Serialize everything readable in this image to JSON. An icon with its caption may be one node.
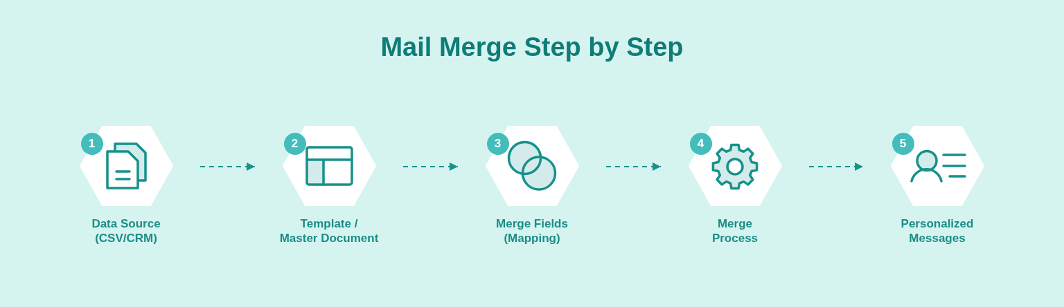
{
  "diagram": {
    "title": "Mail Merge Step by Step",
    "nodes": [
      {
        "text": [
          "1",
          "Data Source (CSV/CRM)"
        ]
      },
      {
        "text": [
          "2",
          "Template / Master Document"
        ]
      },
      {
        "text": [
          "3",
          "Merge Fields (Mapping)"
        ]
      },
      {
        "text": [
          "4",
          "Merge Process"
        ]
      },
      {
        "text": [
          "5",
          "Personalized Messages"
        ]
      }
    ],
    "edges": [
      {
        "from": 0,
        "to": 1,
        "arrow": "to",
        "style": "dashed"
      },
      {
        "from": 1,
        "to": 2,
        "arrow": "to",
        "style": "dashed"
      },
      {
        "from": 2,
        "to": 3,
        "arrow": "to",
        "style": "dashed"
      },
      {
        "from": 3,
        "to": 4,
        "arrow": "to",
        "style": "dashed"
      }
    ]
  }
}
